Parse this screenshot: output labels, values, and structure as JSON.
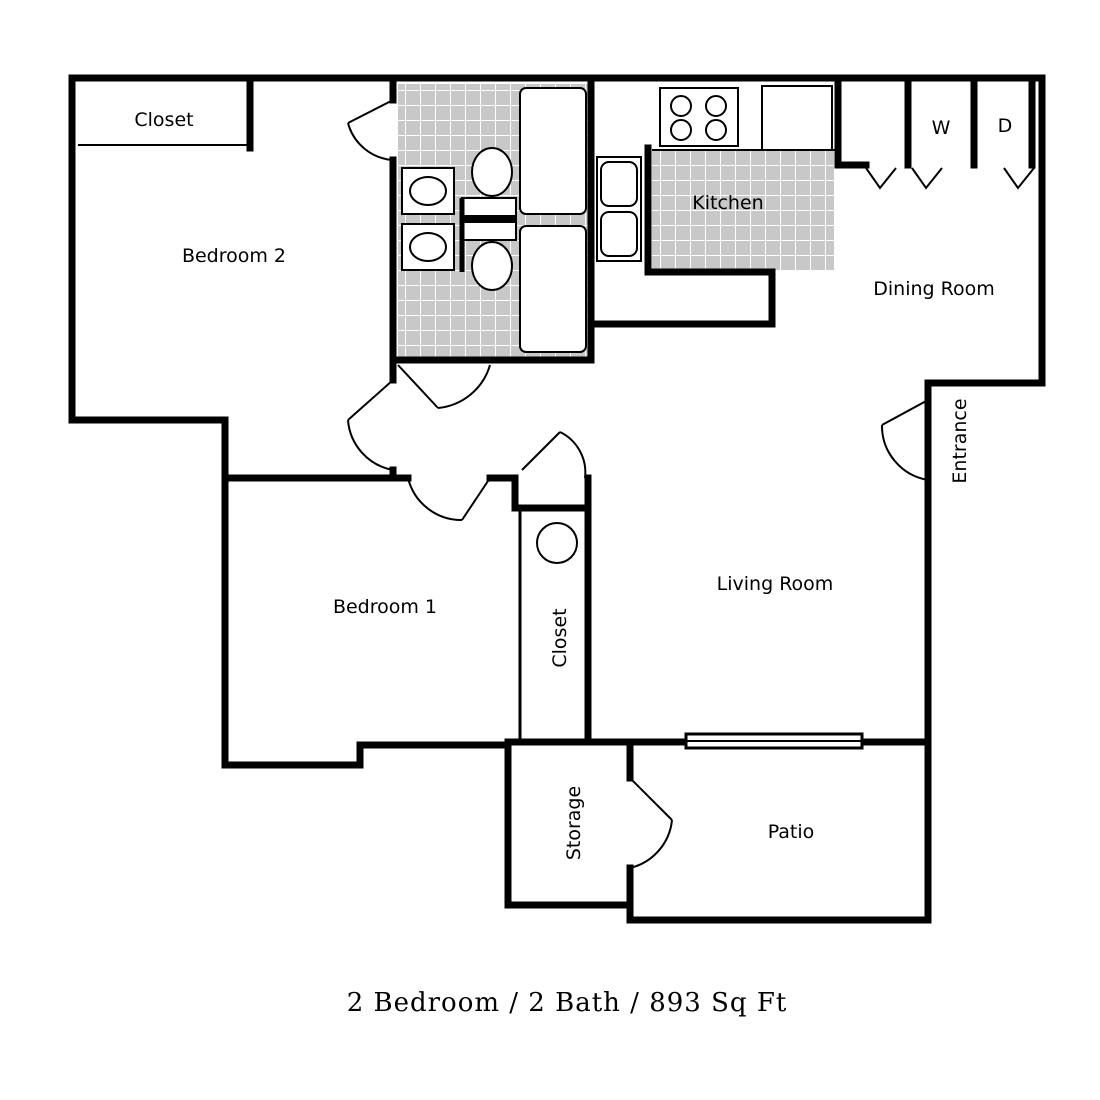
{
  "rooms": {
    "closet_top": "Closet",
    "bedroom2": "Bedroom 2",
    "kitchen": "Kitchen",
    "washer": "W",
    "dryer": "D",
    "dining_room": "Dining Room",
    "entrance": "Entrance",
    "bedroom1": "Bedroom 1",
    "closet_mid": "Closet",
    "living_room": "Living Room",
    "storage": "Storage",
    "patio": "Patio"
  },
  "caption": "2 Bedroom / 2 Bath / 893 Sq Ft"
}
